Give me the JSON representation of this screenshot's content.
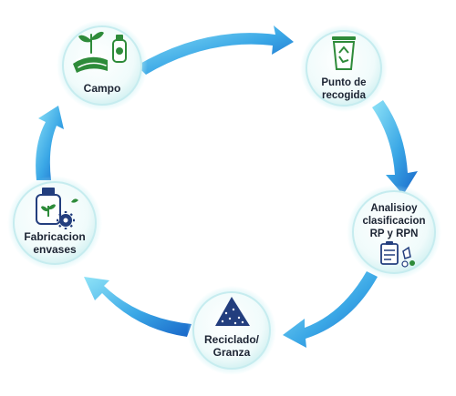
{
  "diagram": {
    "nodes": [
      {
        "id": "campo",
        "lines": [
          "Campo"
        ],
        "icon": "field-plants-bottle-icon"
      },
      {
        "id": "punto",
        "lines": [
          "Punto de",
          "recogida"
        ],
        "icon": "recycle-bin-icon"
      },
      {
        "id": "analisis",
        "lines": [
          "Analisioy",
          "clasificacion",
          "RP y RPN"
        ],
        "icon": "clipboard-sort-icon"
      },
      {
        "id": "reciclado",
        "lines": [
          "Reciclado/",
          "Granza"
        ],
        "icon": "pellet-pile-icon"
      },
      {
        "id": "fabricacion",
        "lines": [
          "Fabricacion",
          "envases"
        ],
        "icon": "bottle-gear-icon"
      }
    ],
    "edges": [
      {
        "from": "campo",
        "to": "punto"
      },
      {
        "from": "punto",
        "to": "analisis"
      },
      {
        "from": "analisis",
        "to": "reciclado"
      },
      {
        "from": "reciclado",
        "to": "fabricacion"
      },
      {
        "from": "fabricacion",
        "to": "campo"
      }
    ],
    "colors": {
      "arrow_dark": "#1b6fd0",
      "arrow_light": "#7fdcf5",
      "icon_green": "#2e8b3a",
      "icon_teal": "#239a8c",
      "icon_navy": "#233e7e",
      "node_fill": "#f2fbfc",
      "node_ring": "#c6ecef"
    }
  }
}
